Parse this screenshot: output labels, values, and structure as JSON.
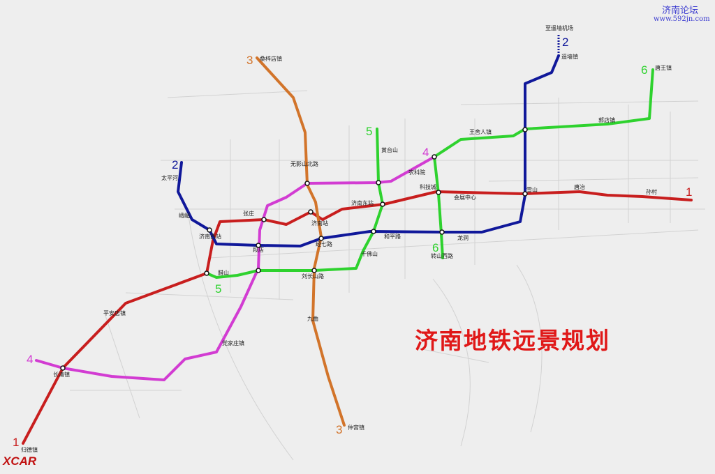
{
  "title": "济南地铁远景规划",
  "watermark": {
    "site_name": "济南论坛",
    "url": "www.592jn.com",
    "logo": "XCAR"
  },
  "colors": {
    "line1": "#c81e1e",
    "line2": "#10189a",
    "line3": "#d2742a",
    "line4": "#d23cd2",
    "line5": "#2ed22e",
    "line6": "#2ed22e",
    "title": "#e01818"
  },
  "lines": [
    {
      "number": "1",
      "color": "#c81e1e"
    },
    {
      "number": "2",
      "color": "#10189a"
    },
    {
      "number": "3",
      "color": "#d2742a"
    },
    {
      "number": "4",
      "color": "#d23cd2"
    },
    {
      "number": "5",
      "color": "#2ed22e"
    },
    {
      "number": "6",
      "color": "#2ed22e"
    }
  ],
  "stations": {
    "airport": "至遥墙机场",
    "yaoqiang": "遥墙镇",
    "tangwang": "唐王镇",
    "guodian": "郭店镇",
    "wangsheren": "王舍人镇",
    "nongkeyuan": "农科院",
    "kejicheng": "科技城",
    "huizhan": "会展中心",
    "xueshan": "雪山",
    "tangye": "唐冶",
    "suncun": "孙村",
    "longdong": "龙洞",
    "zhuanshan": "转山西路",
    "heping": "和平路",
    "qianfoshan": "千佛山",
    "jinan_east": "济南东站",
    "huangtaishan": "黄台山",
    "wuyingshan": "无影山北路",
    "sangzidian": "桑梓店镇",
    "taipinghe": "太平河",
    "emei": "峨嵋",
    "jinan_west": "济南西站",
    "zhangzhuang": "张庄",
    "jinan": "济南站",
    "jingqi": "经七路",
    "duandian": "段店",
    "lashan": "腊山",
    "liuchangshan": "刘长山路",
    "jiuqu": "九曲",
    "dangjiazhuang": "党家庄镇",
    "pingandian": "平安店镇",
    "changqing": "长清镇",
    "guide": "归德镇",
    "zhonggong": "仲宫镇"
  }
}
